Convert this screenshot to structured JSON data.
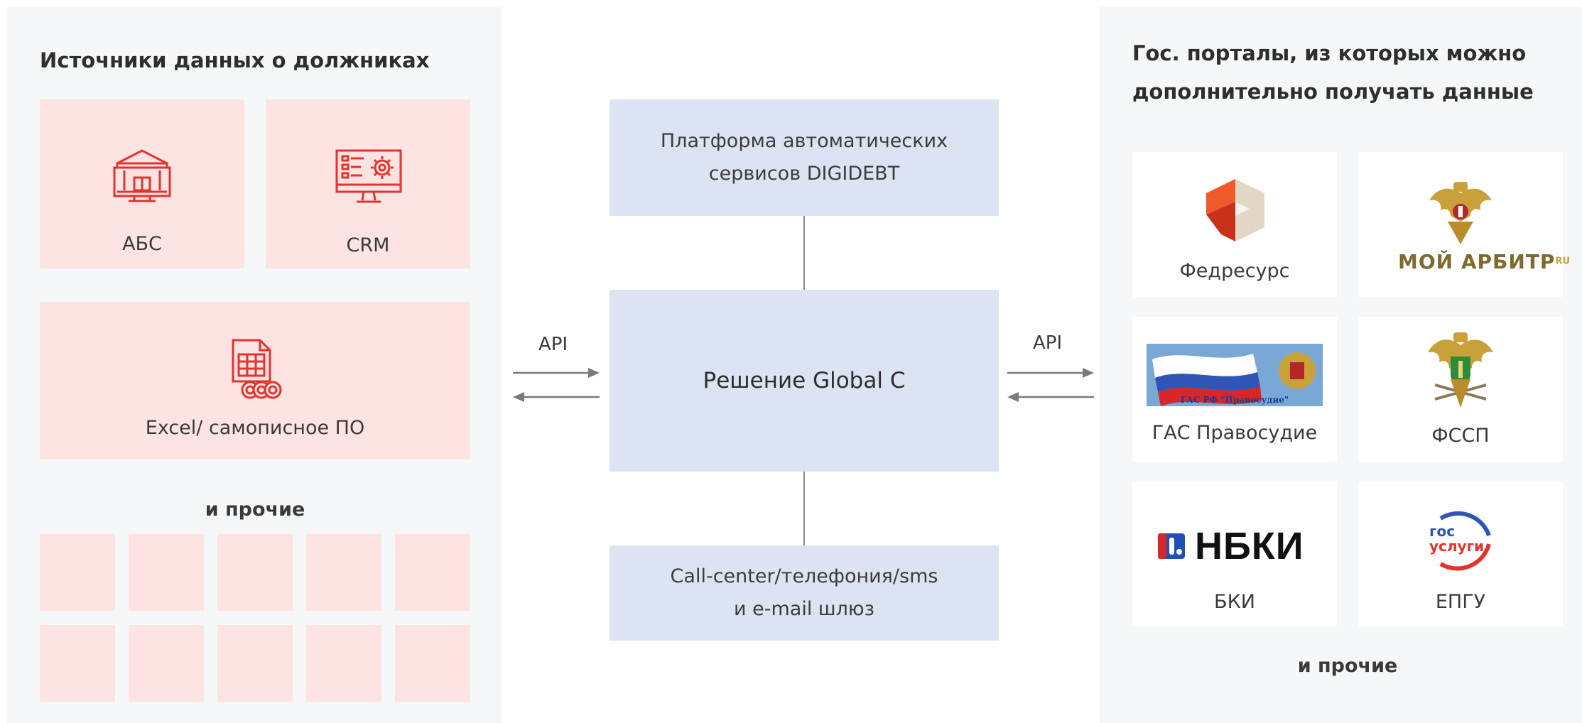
{
  "left": {
    "title": "Источники данных о должниках",
    "cards": {
      "abs": "АБС",
      "crm": "CRM",
      "excel": "Excel/ самописное ПО"
    },
    "others": "и прочие"
  },
  "center": {
    "platform": "Платформа автоматических\nсервисов DIGIDEBT",
    "solution": "Решение Global C",
    "callcenter": "Call-center/телефония/sms\nи e-mail шлюз",
    "api_left": "API",
    "api_right": "API"
  },
  "right": {
    "title": "Гос. порталы, из которых можно\nдополнительно получать данные",
    "cards": {
      "fedresurs": "Федресурс",
      "moy_arbitr": "МОЙ АРБИТР",
      "moy_arbitr_sup": "RU",
      "gas": "ГАС Правосудие",
      "gas_banner": "ГАС РФ \"Правосудие\"",
      "fssp": "ФССП",
      "bki": "БКИ",
      "nbki": "НБКИ",
      "epgu": "ЕПГУ",
      "gosuslugi_top": "гос",
      "gosuslugi_bottom": "услуги"
    },
    "others": "и прочие"
  },
  "colors": {
    "panel": "#f6f7f8",
    "source_card": "#fde4e3",
    "platform_block": "#dce3f2",
    "icon_red": "#e2332e",
    "arrow": "#7a7a7a"
  }
}
